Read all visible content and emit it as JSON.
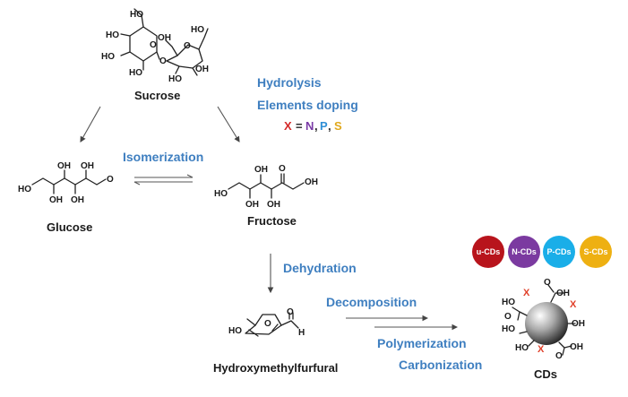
{
  "molecules": {
    "sucrose": {
      "name": "Sucrose",
      "atoms": [
        "HO",
        "HO",
        "HO",
        "HO",
        "O",
        "OH",
        "O",
        "HO",
        "O",
        "HO",
        "OH"
      ]
    },
    "glucose": {
      "name": "Glucose",
      "atoms": [
        "HO",
        "OH",
        "OH",
        "OH",
        "OH",
        "O"
      ]
    },
    "fructose": {
      "name": "Fructose",
      "atoms": [
        "HO",
        "OH",
        "O",
        "OH",
        "OH",
        "OH"
      ]
    },
    "hmf": {
      "name": "Hydroxymethylfurfural",
      "atoms": [
        "HO",
        "O",
        "O",
        "H"
      ]
    },
    "cds": {
      "name": "CDs",
      "atoms": [
        "O",
        "OH",
        "HO",
        "O",
        "HO",
        "OH",
        "HO",
        "O",
        "OH"
      ],
      "dopant": "X"
    }
  },
  "steps": {
    "hydrolysis": "Hydrolysis",
    "elements_doping": "Elements doping",
    "isomerization": "Isomerization",
    "dehydration": "Dehydration",
    "decomposition": "Decomposition",
    "polymerization": "Polymerization",
    "carbonization": "Carbonization"
  },
  "doping_equation": {
    "x": "X",
    "equals": "=",
    "n": "N",
    "p": "P",
    "s": "S",
    "sep": ",",
    "colors": {
      "x": "#d42a2a",
      "n": "#7a3aa6",
      "p": "#2f8fd6",
      "s": "#e0a81c"
    }
  },
  "cd_types": [
    {
      "label": "u-CDs",
      "color": "#b8141c"
    },
    {
      "label": "N-CDs",
      "color": "#7b3aa0"
    },
    {
      "label": "P-CDs",
      "color": "#1aaee8"
    },
    {
      "label": "S-CDs",
      "color": "#eeb012"
    }
  ],
  "colors": {
    "step_text": "#3f7fc0",
    "dopant_x": "#e0402a"
  }
}
